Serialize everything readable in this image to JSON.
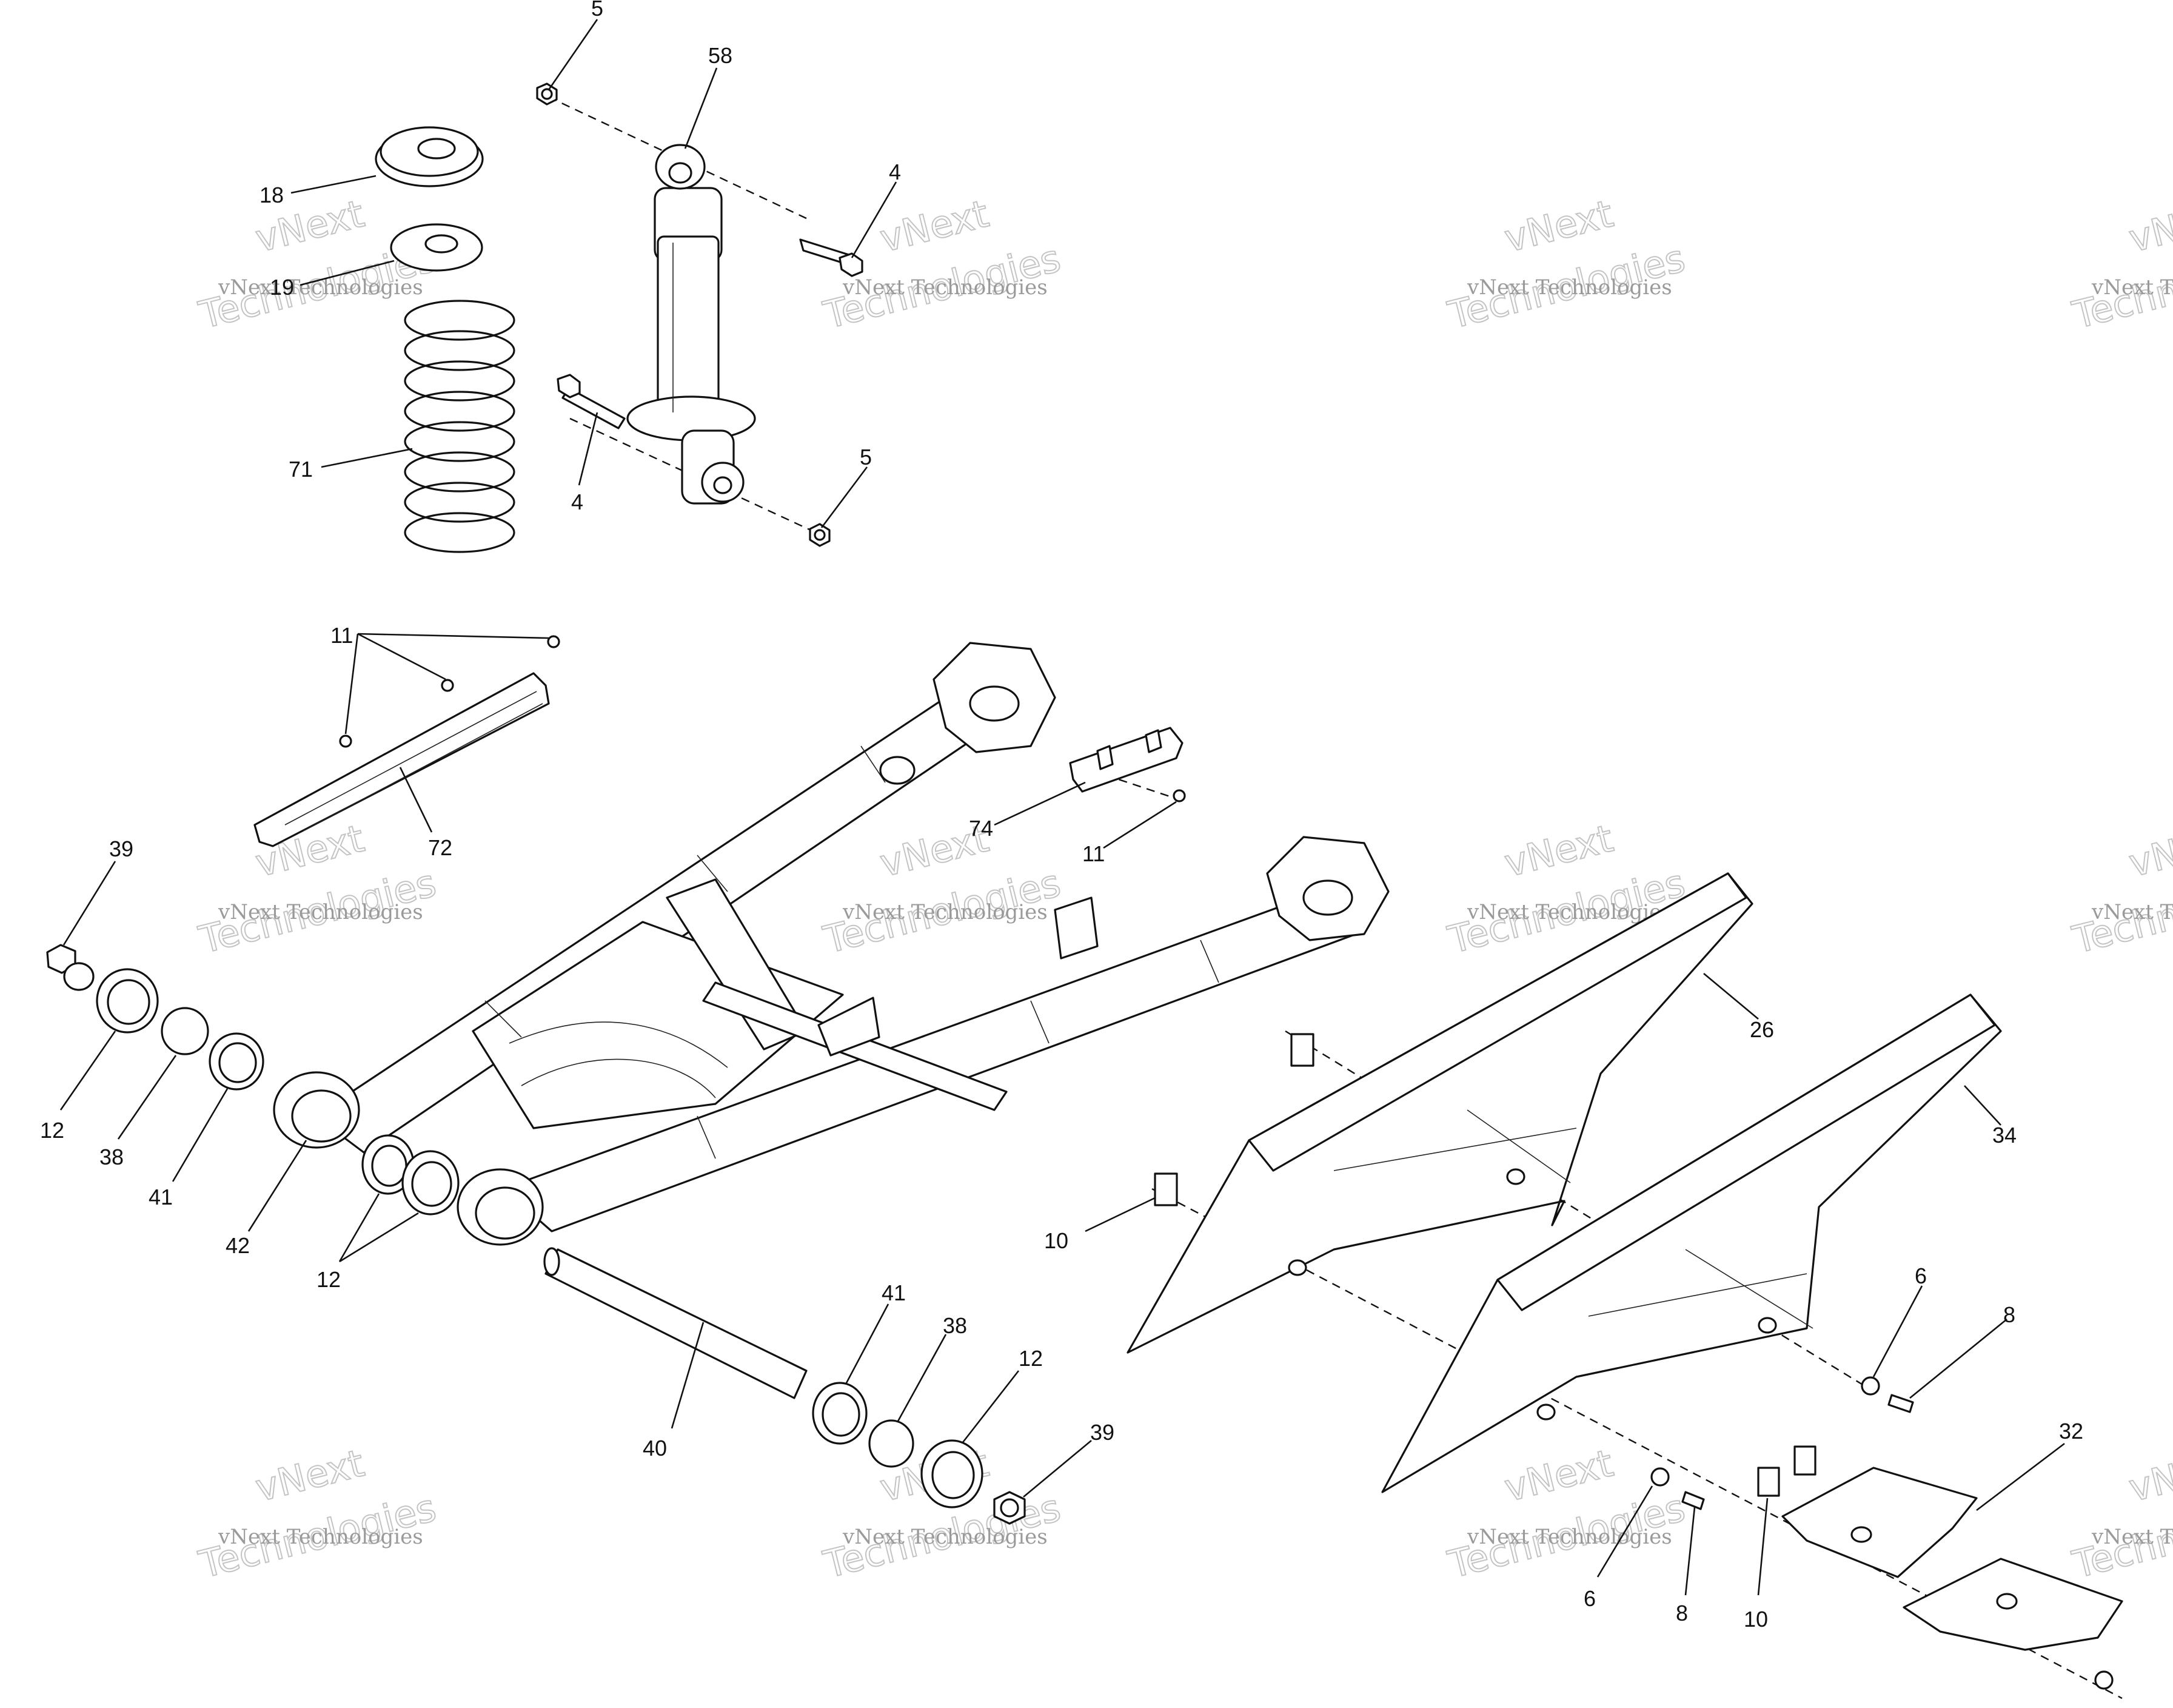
{
  "watermark": {
    "line_small": "vNext Technologies",
    "line_top": "vNext",
    "line_big": "Technologies"
  },
  "callouts": {
    "c5a": "5",
    "c58": "58",
    "c4a": "4",
    "c18": "18",
    "c19": "19",
    "c71": "71",
    "c4b": "4",
    "c5b": "5",
    "c11a": "11",
    "c72": "72",
    "c74": "74",
    "c11b": "11",
    "c39a": "39",
    "c12a": "12",
    "c38a": "38",
    "c41a": "41",
    "c42": "42",
    "c12b": "12",
    "c26": "26",
    "c34": "34",
    "c10a": "10",
    "c40": "40",
    "c41b": "41",
    "c38b": "38",
    "c12c": "12",
    "c39b": "39",
    "c6a": "6",
    "c8a": "8",
    "c32": "32",
    "c6b": "6",
    "c8b": "8",
    "c10b": "10"
  }
}
